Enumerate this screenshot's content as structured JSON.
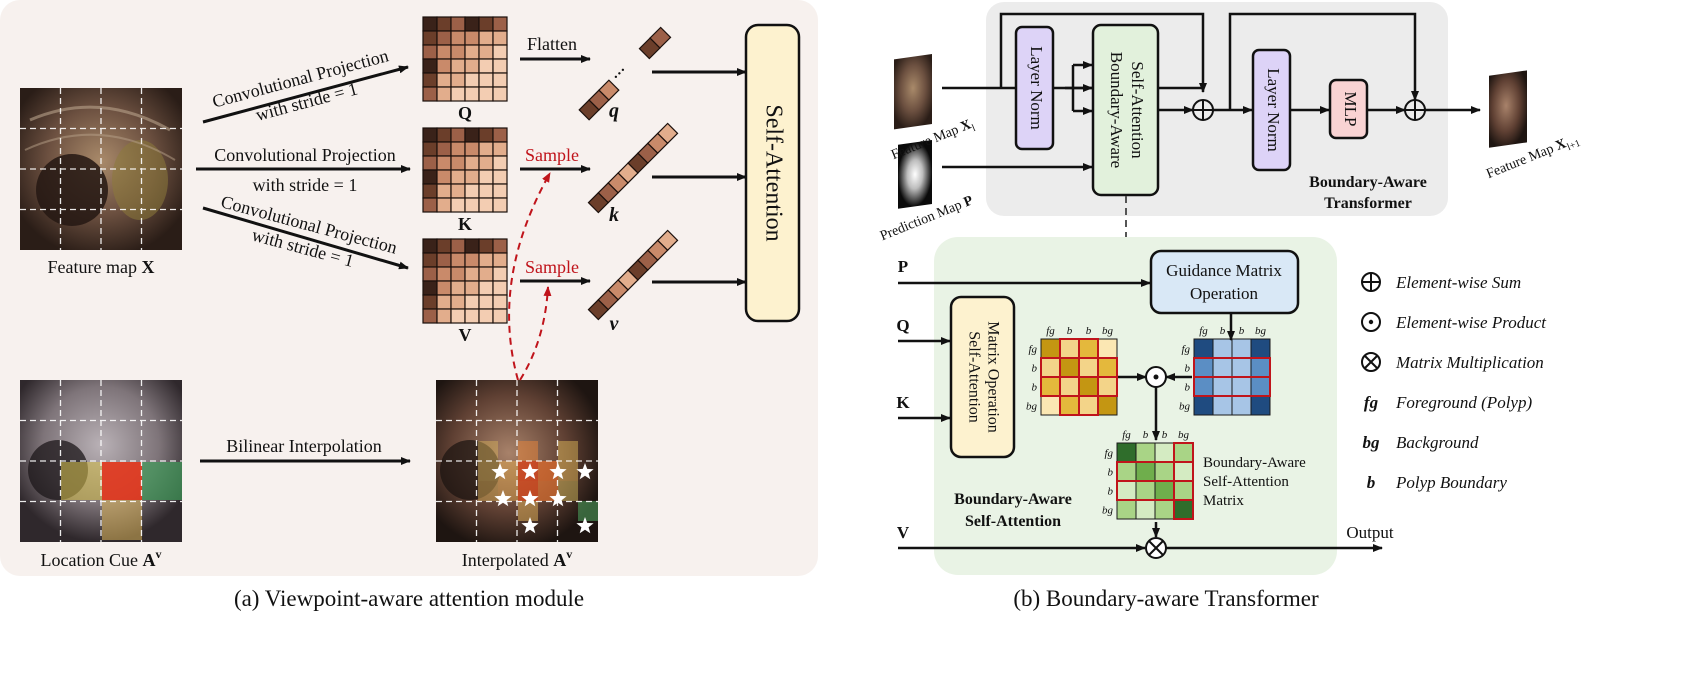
{
  "panel_a": {
    "caption": "(a) Viewpoint-aware attention module",
    "feature_map": {
      "label": "Feature map ",
      "symbol": "X"
    },
    "location_cue": {
      "label": "Location Cue ",
      "symbol": "A",
      "sup": "v"
    },
    "interpolated": {
      "label": "Interpolated ",
      "symbol": "A",
      "sup": "v"
    },
    "conv_line1": "Convolutional Projection",
    "conv_line2": "with stride = 1",
    "q_label": "Q",
    "k_label": "K",
    "v_label": "V",
    "flatten": "Flatten",
    "sample_k": "Sample",
    "sample_v": "Sample",
    "q_vec": "q",
    "k_vec": "k",
    "v_vec": "v",
    "self_attention": "Self-Attention",
    "bilinear": "Bilinear Interpolation",
    "dots": "..."
  },
  "panel_b": {
    "caption": "(b) Boundary-aware Transformer",
    "feature_in": {
      "label": "Feature Map ",
      "symbol": "X",
      "sub": "l"
    },
    "prediction": {
      "label": "Prediction Map ",
      "symbol": "P"
    },
    "feature_out": {
      "label": "Feature Map ",
      "symbol": "X",
      "sub": "l+1"
    },
    "layer_norm_1": "Layer Norm",
    "layer_norm_2": "Layer Norm",
    "basa_line1": "Boundary-Aware",
    "basa_line2": "Self-Attention",
    "mlp": "MLP",
    "bat_title1": "Boundary-Aware",
    "bat_title2": "Transformer",
    "input_p": "P",
    "input_q": "Q",
    "input_k": "K",
    "input_v": "V",
    "guidance1": "Guidance Matrix",
    "guidance2": "Operation",
    "samo1": "Self-Attention",
    "samo2": "Matrix Operation",
    "matrix_cols": [
      "fg",
      "b",
      "b",
      "bg"
    ],
    "matrix_rows": [
      "fg",
      "b",
      "b",
      "bg"
    ],
    "result1": "Boundary-Aware",
    "result2": "Self-Attention",
    "result3": "Matrix",
    "basa_title1": "Boundary-Aware",
    "basa_title2": "Self-Attention",
    "output": "Output"
  },
  "legend": [
    {
      "symbol": "⊕",
      "text": "Element-wise Sum"
    },
    {
      "symbol": "⊙",
      "text": "Element-wise Product"
    },
    {
      "symbol": "⊗",
      "text": "Matrix Multiplication"
    },
    {
      "symbol": "fg",
      "text": "Foreground (Polyp)"
    },
    {
      "symbol": "bg",
      "text": "Background"
    },
    {
      "symbol": "b",
      "text": "Polyp Boundary"
    }
  ],
  "colors": {
    "panel_a_bg": "#f7f1ee",
    "panel_b_top_bg": "#ececec",
    "panel_b_bottom_bg": "#e9f3e5",
    "self_attention_fill": "#fdf2cf",
    "layer_norm_fill": "#ddd3f7",
    "basa_fill": "#e2f1dc",
    "mlp_fill": "#f9d3d3",
    "guidance_fill": "#d9e8f6",
    "samo_fill": "#fdf2cf",
    "sample_red": "#c0141b",
    "grid_red": "#c0141b"
  }
}
